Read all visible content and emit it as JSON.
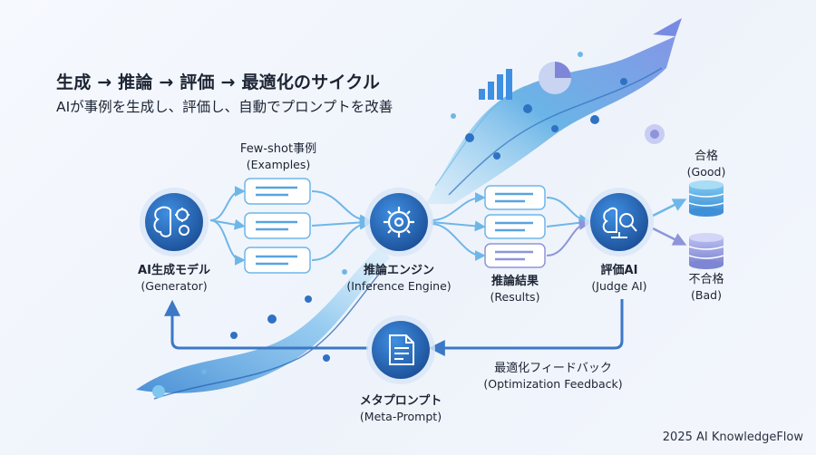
{
  "title": "生成 → 推論 → 評価 → 最適化のサイクル",
  "subtitle": "AIが事例を生成し、評価し、自動でプロンプトを改善",
  "nodes": {
    "generator": {
      "jp": "AI生成モデル",
      "en": "(Generator)",
      "icon": "brain-gears-icon"
    },
    "inference": {
      "jp": "推論エンジン",
      "en": "(Inference Engine)",
      "icon": "gear-icon"
    },
    "judge": {
      "jp": "評価AI",
      "en": "(Judge AI)",
      "icon": "brain-magnifier-icon"
    },
    "meta": {
      "jp": "メタプロンプト",
      "en": "(Meta-Prompt)",
      "icon": "document-icon"
    }
  },
  "examples": {
    "jp": "Few-shot事例",
    "en": "(Examples)"
  },
  "results": {
    "jp": "推論結果",
    "en": "(Results)"
  },
  "good": {
    "jp": "合格",
    "en": "(Good)"
  },
  "bad": {
    "jp": "不合格",
    "en": "(Bad)"
  },
  "feedback": {
    "jp": "最適化フィードバック",
    "en": "(Optimization Feedback)"
  },
  "footer": "2025 AI KnowledgeFlow",
  "colors": {
    "primary": "#2f72c4",
    "dark": "#1f4e8f",
    "accent": "#58b6e8",
    "purple": "#8d95d8"
  }
}
